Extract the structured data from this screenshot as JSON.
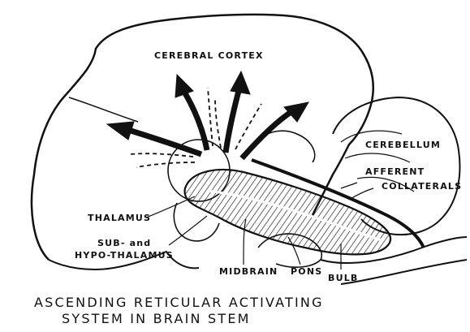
{
  "labels": {
    "cerebral_cortex": "CEREBRAL CORTEX",
    "cerebellum": "CEREBELLUM",
    "afferent": "AFFERENT",
    "collaterals": "COLLATERALS",
    "thalamus": "THALAMUS",
    "sub_and": "SUB- and",
    "hypo_thalamus": "HYPO-THALAMUS",
    "midbrain": "MIDBRAIN",
    "pons": "PONS",
    "bulb": "BULB"
  },
  "caption": {
    "line1": "ASCENDING RETICULAR ACTIVATING",
    "line2": "SYSTEM IN BRAIN STEM"
  }
}
